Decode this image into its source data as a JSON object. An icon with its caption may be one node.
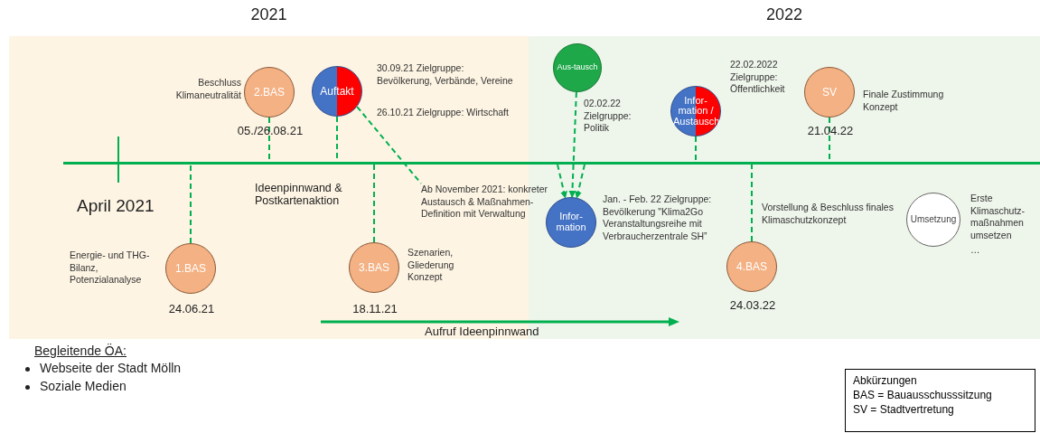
{
  "diagram": {
    "nodes": [
      {
        "text": [
          "2021"
        ]
      },
      {
        "text": [
          "2022"
        ]
      },
      {
        "text": [
          "1.BAS"
        ],
        "in": 0,
        "beside": [
          "Energie- und THG-Bilanz, Potenzialanalyse",
          "24.06.21"
        ]
      },
      {
        "text": [
          "2.BAS"
        ],
        "in": 0,
        "beside": [
          "Beschluss Klimaneutralität",
          "05./26.08.21"
        ]
      },
      {
        "text": [
          "Auftakt"
        ],
        "in": 0,
        "beside": [
          "30.09.21 Zielgruppe: Bevölkerung, Verbände, Vereine",
          "26.10.21 Zielgruppe: Wirtschaft"
        ]
      },
      {
        "text": [
          "3.BAS"
        ],
        "in": 0,
        "beside": [
          "Szenarien, Gliederung Konzept",
          "18.11.21"
        ]
      },
      {
        "text": [
          "Aus-tausch"
        ],
        "in": 1,
        "beside": [
          "02.02.22 Zielgruppe: Politik"
        ]
      },
      {
        "text": [
          "Infor-mation / Austausch"
        ],
        "in": 1,
        "beside": [
          "22.02.2022 Zielgruppe: Öffentlichkeit"
        ]
      },
      {
        "text": [
          "SV"
        ],
        "in": 1,
        "beside": [
          "Finale Zustimmung Konzept",
          "21.04.22"
        ]
      },
      {
        "text": [
          "Infor-mation"
        ],
        "in": 1,
        "beside": [
          "Jan. - Feb. 22 Zielgruppe: Bevölkerung \"Klima2Go Veranstaltungsreihe mit Verbraucherzentrale SH”"
        ]
      },
      {
        "text": [
          "4.BAS"
        ],
        "in": 1,
        "beside": [
          "Vorstellung & Beschluss finales Klimaschutzkonzept",
          "24.03.22"
        ]
      },
      {
        "text": [
          "Umsetzung"
        ],
        "in": 1,
        "beside": [
          "Erste Klimaschutz-maßnahmen umsetzen",
          "…"
        ]
      },
      {
        "text": [
          "Ab November 2021: konkreter Austausch & Maßnahmen-Definition mit Verwaltung"
        ]
      },
      {
        "text": [],
        "shape": "bar"
      },
      {
        "text": [
          "Abkürzungen",
          "BAS = Bauausschusssitzung",
          "SV = Stadtvertretung"
        ]
      }
    ],
    "edges": [
      {
        "from": 2,
        "to": 13,
        "arrow": "none",
        "style": "dashed"
      },
      {
        "from": 3,
        "to": 13,
        "arrow": "none",
        "style": "dashed"
      },
      {
        "from": 4,
        "to": 13,
        "arrow": "none",
        "style": "dashed"
      },
      {
        "from": 4,
        "to": 12,
        "arrow": "none",
        "style": "dashed"
      },
      {
        "from": 5,
        "to": 13,
        "arrow": "none",
        "style": "dashed"
      },
      {
        "from": 6,
        "to": 9,
        "arrow": "to",
        "style": "dashed"
      },
      {
        "from": 13,
        "to": 9,
        "arrow": "to",
        "style": "dashed"
      },
      {
        "from": 13,
        "to": 9,
        "arrow": "to",
        "style": "dashed"
      },
      {
        "from": 7,
        "to": 13,
        "arrow": "none",
        "style": "dashed"
      },
      {
        "from": 8,
        "to": 13,
        "arrow": "none",
        "style": "dashed"
      },
      {
        "from": 10,
        "to": 13,
        "arrow": "none",
        "style": "dashed"
      }
    ],
    "labels": [
      "April 2021",
      "Ideenpinnwand & Postkartenaktion",
      "Aufruf Ideenpinnwand",
      "Begleitende ÖA:",
      "Webseite der Stadt Mölln",
      "Soziale Medien"
    ]
  }
}
